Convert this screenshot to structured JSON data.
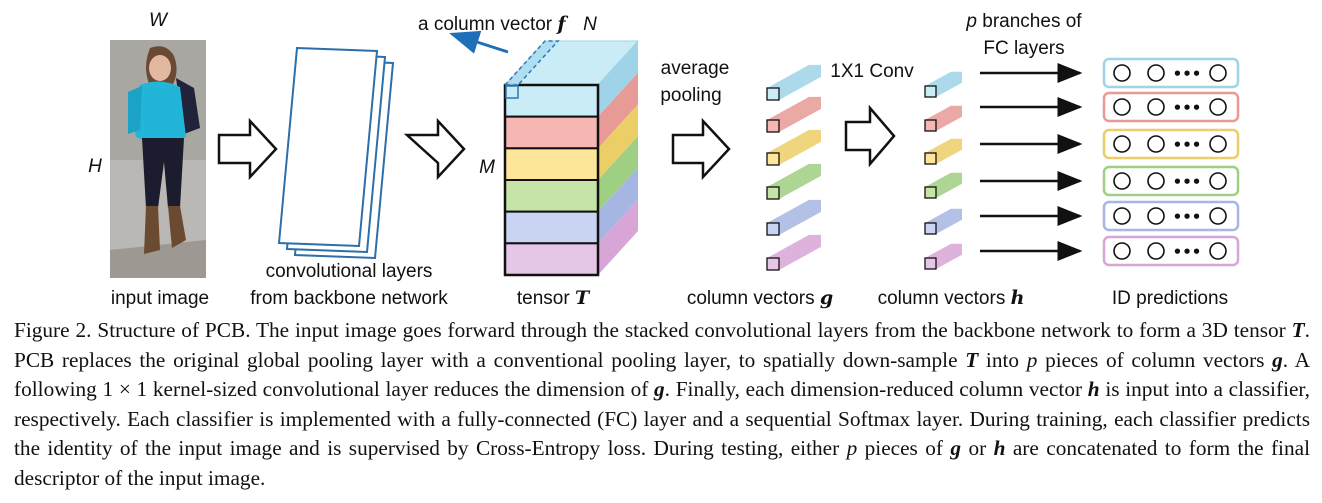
{
  "labels": {
    "input_width": "W",
    "input_height": "H",
    "input_image": "input image",
    "conv_line1": "convolutional layers",
    "conv_line2": "from backbone network",
    "column_vector_prefix": "a column vector ",
    "column_vector_sym": "f",
    "tensor_n": "N",
    "tensor_m": "M",
    "tensor_prefix": "tensor ",
    "tensor_sym": "T",
    "avg_line1": "average",
    "avg_line2": "pooling",
    "colvec_g_prefix": "column vectors ",
    "colvec_g_sym": "g",
    "conv1x1": "1X1 Conv",
    "colvec_h_prefix": "column vectors ",
    "colvec_h_sym": "h",
    "branches_p": "p",
    "branches_rest": " branches of",
    "branches_line2": "FC layers",
    "id_predictions": "ID predictions",
    "fc_dots": "•••"
  },
  "stripe_colors": [
    "#c9ecf7",
    "#f6b6b1",
    "#fde59a",
    "#c6e4a8",
    "#c9d4f3",
    "#e6c6e6"
  ],
  "stripe_side_colors": [
    "#9ed3e8",
    "#e89a96",
    "#ecce66",
    "#9fcf82",
    "#a6b6e3",
    "#d7a6d7"
  ],
  "caption": {
    "t1": "Figure 2. Structure of PCB. The input image goes forward through the stacked convolutional layers from the backbone network to form a 3D tensor ",
    "m1": "T",
    "t2": ". PCB replaces the original global pooling layer with a conventional pooling layer, to spatially down-sample ",
    "m2": "T",
    "t3": " into ",
    "m3": "p",
    "t4": " pieces of column vectors ",
    "m4": "g",
    "t5": ". A following 1 × 1 kernel-sized convolutional layer reduces the dimension of ",
    "m5": "g",
    "t6": ". Finally, each dimension-reduced column vector ",
    "m6": "h",
    "t7": " is input into a classifier, respectively. Each classifier is implemented with a fully-connected (FC) layer and a sequential Softmax layer. During training, each classifier predicts the identity of the input image and is supervised by Cross-Entropy loss. During testing, either ",
    "m7": "p",
    "t8": " pieces of ",
    "m8": "g",
    "t9": " or ",
    "m9": "h",
    "t10": " are concatenated to form the final descriptor of the input image."
  }
}
